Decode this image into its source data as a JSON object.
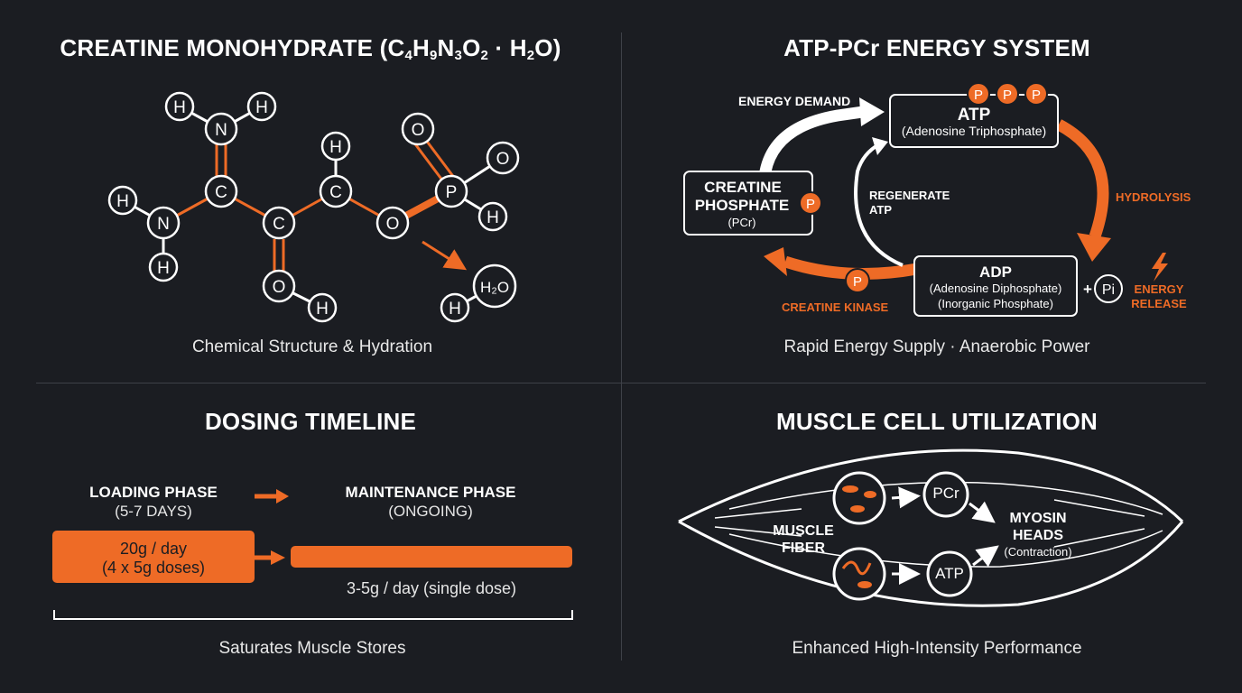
{
  "colors": {
    "background": "#1b1d22",
    "accent": "#ee6b26",
    "line": "#ffffff",
    "divider": "#3e4148"
  },
  "panel1": {
    "title_main": "CREATINE MONOHYDRATE (C",
    "formula_parts": [
      "C",
      "4",
      "H",
      "9",
      "N",
      "3",
      "O",
      "2",
      " · H",
      "2",
      "O)"
    ],
    "caption": "Chemical Structure & Hydration",
    "atoms": [
      "H",
      "H",
      "N",
      "C",
      "H",
      "N",
      "H",
      "C",
      "O",
      "H",
      "C",
      "H",
      "O",
      "O",
      "P",
      "O",
      "H",
      "H",
      "H₂O"
    ]
  },
  "panel2": {
    "title": "ATP-PCr ENERGY SYSTEM",
    "energy_demand": "ENERGY DEMAND",
    "atp_title": "ATP",
    "atp_sub": "(Adenosine Triphosphate)",
    "pcr_title_1": "CREATINE",
    "pcr_title_2": "PHOSPHATE",
    "pcr_sub": "(PCr)",
    "regenerate_1": "REGENERATE",
    "regenerate_2": "ATP",
    "hydrolysis": "HYDROLYSIS",
    "adp_title": "ADP",
    "adp_sub1": "(Adenosine Diphosphate)",
    "adp_sub2": "(Inorganic Phosphate)",
    "plus_pi_plus": "+",
    "pi": "Pi",
    "energy_release_1": "ENERGY",
    "energy_release_2": "RELEASE",
    "creatine_kinase": "CREATINE KINASE",
    "p_badge": "P",
    "caption": "Rapid Energy Supply · Anaerobic Power"
  },
  "panel3": {
    "title": "DOSING TIMELINE",
    "loading_title": "LOADING PHASE",
    "loading_sub": "(5-7 DAYS)",
    "maintenance_title": "MAINTENANCE PHASE",
    "maintenance_sub": "(ONGOING)",
    "loading_dose_1": "20g / day",
    "loading_dose_2": "(4 x 5g doses)",
    "maintenance_dose": "3-5g / day (single dose)",
    "caption": "Saturates Muscle Stores"
  },
  "panel4": {
    "title": "MUSCLE CELL UTILIZATION",
    "muscle_1": "MUSCLE",
    "muscle_2": "FIBER",
    "pcr": "PCr",
    "atp": "ATP",
    "myosin_1": "MYOSIN",
    "myosin_2": "HEADS",
    "myosin_3": "(Contraction)",
    "caption": "Enhanced High-Intensity Performance"
  }
}
